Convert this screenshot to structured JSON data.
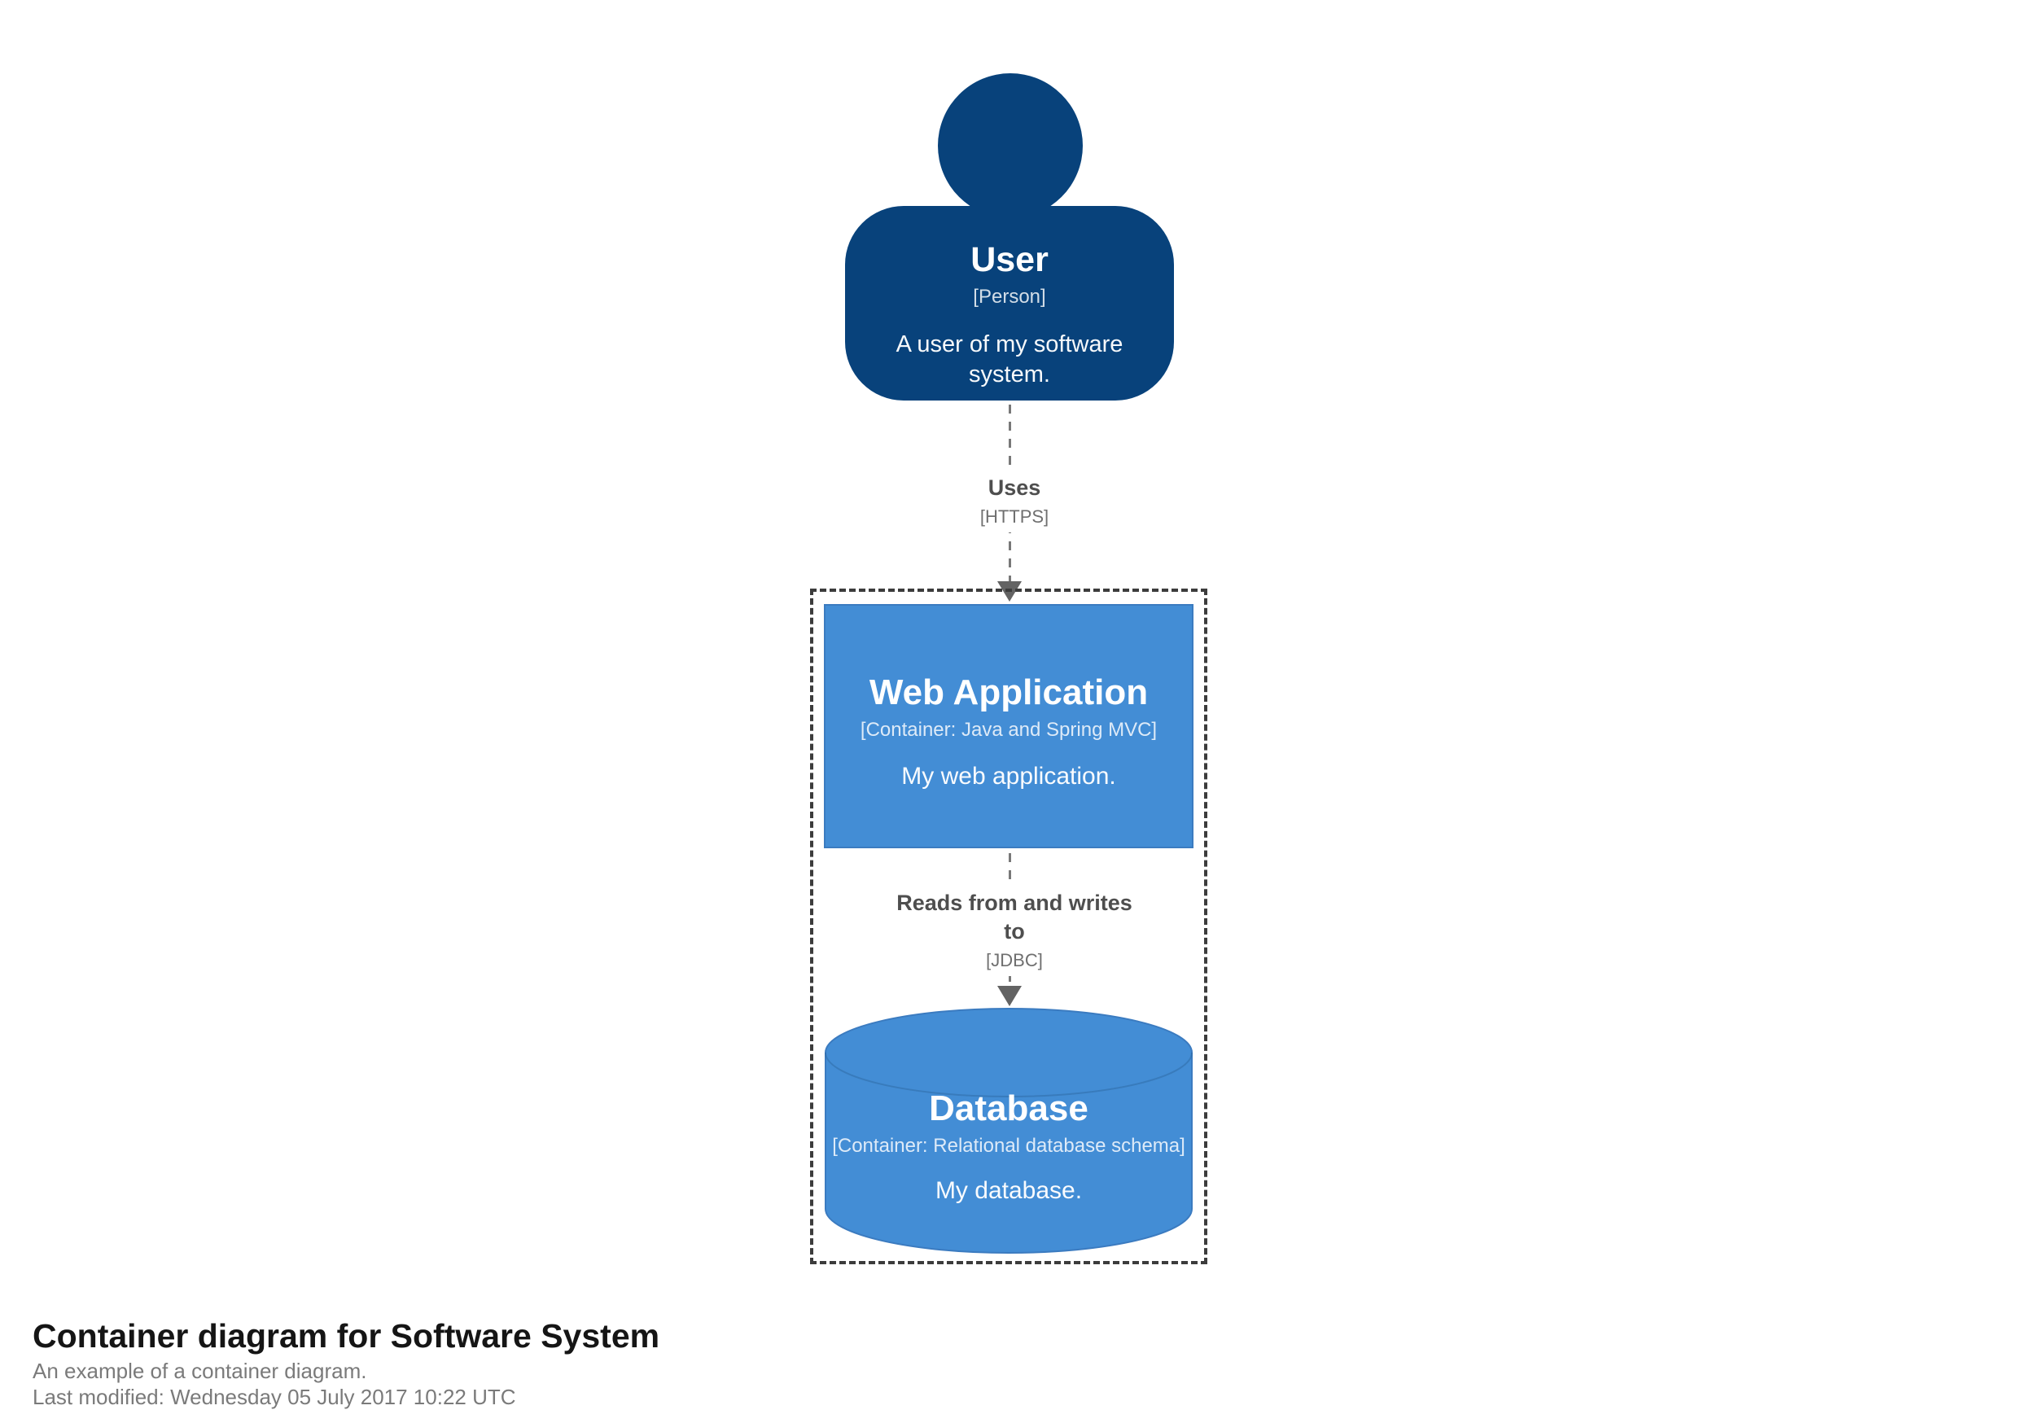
{
  "diagram": {
    "person": {
      "name": "User",
      "metadata": "[Person]",
      "description": "A user of my software system."
    },
    "web_application": {
      "name": "Web Application",
      "metadata": "[Container: Java and Spring MVC]",
      "description": "My web application."
    },
    "database": {
      "name": "Database",
      "metadata": "[Container: Relational database schema]",
      "description": "My database."
    },
    "relationships": [
      {
        "label": "Uses",
        "technology": "[HTTPS]"
      },
      {
        "label": "Reads from and writes to",
        "technology": "[JDBC]"
      }
    ],
    "footer": {
      "title": "Container diagram for Software System",
      "subtitle": "An example of a container diagram.",
      "last_modified": "Last modified: Wednesday 05 July 2017 10:22 UTC"
    },
    "colors": {
      "person_fill": "#08427b",
      "container_fill": "#438dd5",
      "container_border": "#3b7bc0",
      "relationship_line": "#787878",
      "arrowhead": "#636363",
      "boundary_dash": "#3c3c3c",
      "relationship_label": "#4e4e4e",
      "relationship_tech": "#6f6f6f",
      "title_text": "#151515",
      "muted_text": "#7a7a7a",
      "background": "#ffffff"
    }
  }
}
